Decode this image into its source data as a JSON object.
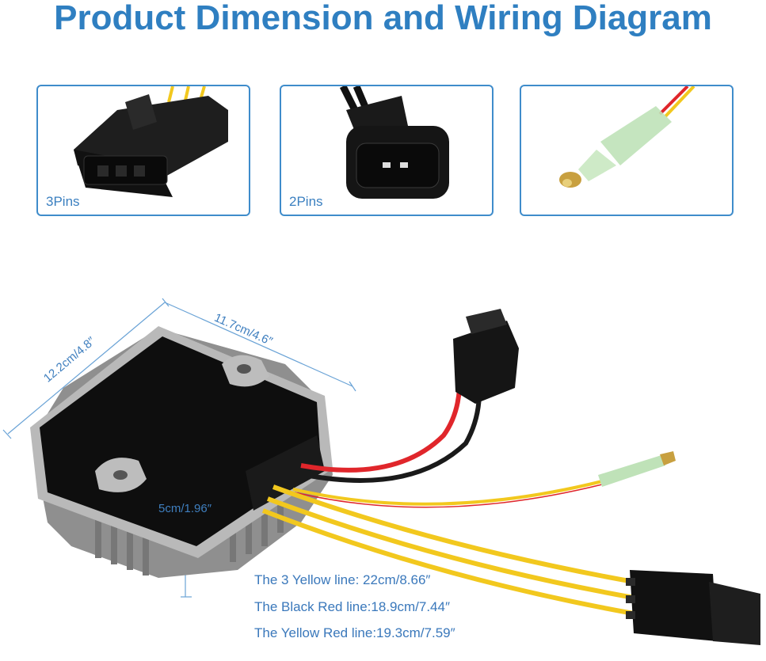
{
  "title": "Product Dimension and Wiring Diagram",
  "panels": [
    {
      "label": "3Pins",
      "icon": "connector-3pin-icon"
    },
    {
      "label": "2Pins",
      "icon": "connector-2pin-icon"
    },
    {
      "label": "",
      "icon": "bullet-terminal-icon"
    }
  ],
  "dimensions": {
    "width": "11.7cm/4.6″",
    "depth": "12.2cm/4.8″",
    "height": "5cm/1.96″"
  },
  "specs": [
    "The 3 Yellow line: 22cm/8.66″",
    "The Black Red line:18.9cm/7.44″",
    "The Yellow Red line:19.3cm/7.59″"
  ],
  "colors": {
    "accent": "#2f7fc1",
    "wire_yellow": "#f2c81e",
    "wire_red": "#e0262b",
    "wire_black": "#1a1a1a",
    "body_black": "#111111",
    "heatsink_gray": "#8c8c8c"
  }
}
